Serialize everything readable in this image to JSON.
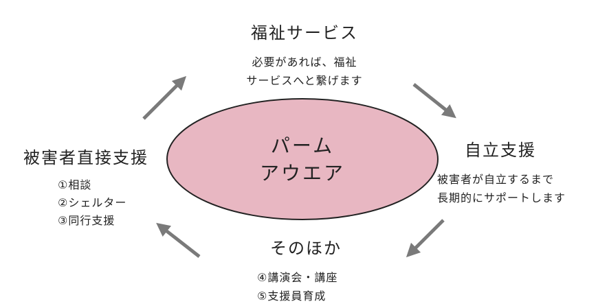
{
  "colors": {
    "ellipse_fill": "#e8b7c2",
    "ellipse_stroke": "#222222",
    "arrow": "#7a7a7a",
    "text": "#222222"
  },
  "center": {
    "lines": [
      "パーム",
      "アウエア"
    ]
  },
  "welfare": {
    "title": "福祉サービス",
    "lines": [
      "必要があれば、福祉",
      "サービスへと繋げます"
    ]
  },
  "independence": {
    "title": "自立支援",
    "lines": [
      "被害者が自立するまで",
      "長期的にサポートします"
    ]
  },
  "direct_support": {
    "title": "被害者直接支援",
    "items": [
      "①相談",
      "②シェルター",
      "③同行支援"
    ]
  },
  "other": {
    "title": "そのほか",
    "items": [
      "④講演会・講座",
      "⑤支援員育成"
    ]
  },
  "arrows": [
    {
      "name": "arrow-left-to-top",
      "direction": "up-right"
    },
    {
      "name": "arrow-top-to-right",
      "direction": "down-right"
    },
    {
      "name": "arrow-right-to-bottom",
      "direction": "down-left"
    },
    {
      "name": "arrow-bottom-to-left",
      "direction": "up-left"
    }
  ]
}
